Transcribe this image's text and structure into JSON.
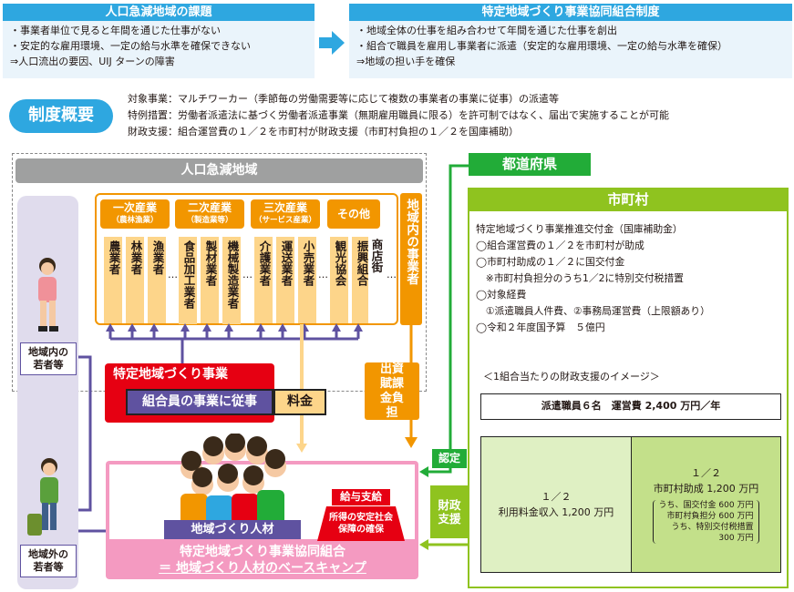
{
  "top": {
    "left_title": "人口急減地域の課題",
    "left_lines": [
      "・事業者単位で見ると年間を通じた仕事がない",
      "・安定的な雇用環境、一定の給与水準を確保できない",
      "⇒人口流出の要因、UIJ ターンの障害"
    ],
    "right_title": "特定地域づくり事業協同組合制度",
    "right_lines": [
      "・地域全体の仕事を組み合わせて年間を通じた仕事を創出",
      "・組合で職員を雇用し事業者に派遣（安定的な雇用環境、一定の給与水準を確保）",
      "⇒地域の担い手を確保"
    ]
  },
  "overview": {
    "badge": "制度概要",
    "lines": [
      "対象事業：マルチワーカー（季節毎の労働需要等に応じて複数の事業者の事業に従事）の派遣等",
      "特例措置：労働者派遣法に基づく労働者派遣事業（無期雇用職員に限る）を許可制ではなく、届出で実施することが可能",
      "財政支援：組合運営費の１／２を市町村が財政支援（市町村負担の１／２を国庫補助）"
    ]
  },
  "region": {
    "title": "人口急減地域",
    "categories": [
      {
        "name": "一次産業",
        "sub": "（農林漁業）"
      },
      {
        "name": "二次産業",
        "sub": "（製造業等）"
      },
      {
        "name": "三次産業",
        "sub": "（サービス産業）"
      },
      {
        "name": "その他",
        "sub": ""
      }
    ],
    "industries": [
      "農業者",
      "林業者",
      "漁業者",
      "食品加工業者",
      "製材業者",
      "機械製造業者",
      "介護業者",
      "運送業者",
      "小売業者",
      "観光協会",
      "振興組合",
      "商店街"
    ],
    "ellipsis": "…",
    "side_label": "地域内の事業者"
  },
  "people": {
    "inside": "地域内の若者等",
    "outside": "地域外の若者等"
  },
  "project": {
    "title": "特定地域づくり事業",
    "work": "組合員の事業に従事",
    "fee": "料金"
  },
  "capital": "出資賦課金負担",
  "worker_label": "地域づくり人材",
  "salary": {
    "title": "給与支給",
    "desc": "所得の安定社会保障の確保"
  },
  "union": {
    "line1": "特定地域づくり事業協同組合",
    "line2": "＝ 地域づくり人材のベースキャンプ"
  },
  "prefecture": "都道府県",
  "certify": "認定",
  "finance_support": "財政支援",
  "municipality": {
    "title": "市町村",
    "lines": [
      "特定地域づくり事業推進交付金（国庫補助金）",
      "◯組合運営費の１／２を市町村が助成",
      "◯市町村助成の１／２に国交付金",
      "　※市町村負担分のうち1／2に特別交付税措置",
      "◯対象経費",
      "　①派遣職員人件費、②事務局運営費（上限額あり）",
      "◯令和２年度国予算　５億円"
    ],
    "image_title": "＜1組合当たりの財政支援のイメージ＞",
    "cost": "派遣職員６名　運営費 2,400 万円／年",
    "left_frac": "１／２",
    "left_label": "利用料金収入 1,200 万円",
    "right_frac": "１／２",
    "right_label": "市町村助成 1,200 万円",
    "detail": [
      "うち、国交付金 600 万円",
      "市町村負担分 600 万円",
      "うち、特別交付税措置",
      "300 万円"
    ]
  },
  "colors": {
    "blue": "#2ea7e0",
    "orange": "#f29600",
    "red": "#e60012",
    "pink": "#f49ac1",
    "green": "#22ac38",
    "lightgreen": "#8fc31f",
    "purple": "#5f52a0",
    "gray": "#9fa0a0"
  }
}
